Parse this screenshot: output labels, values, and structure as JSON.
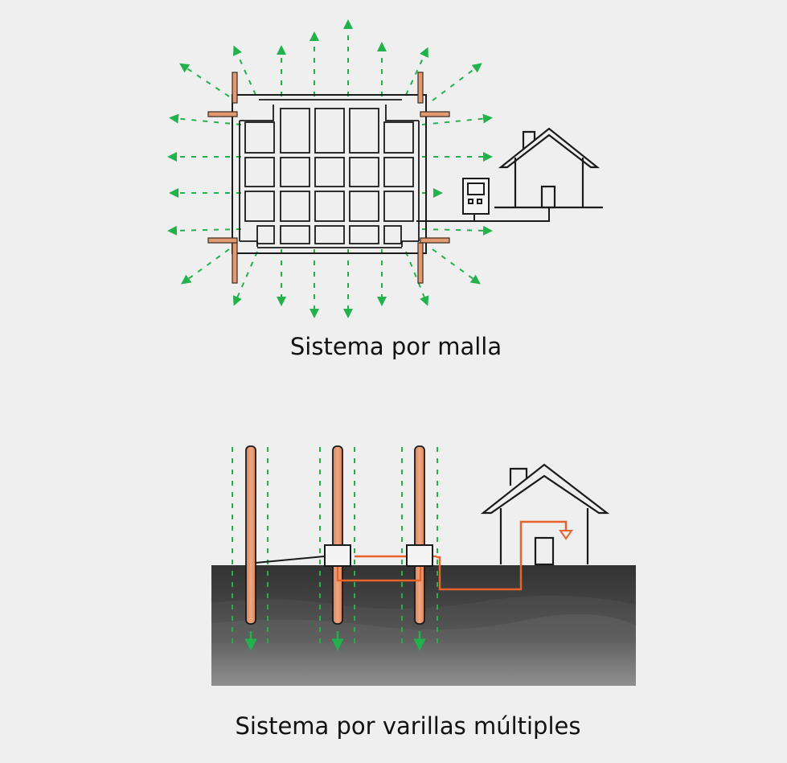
{
  "figures": [
    {
      "id": "mesh",
      "caption": "Sistema por malla",
      "elements": [
        "grounding-grid",
        "corner-rods",
        "current-dissipation-arrows",
        "meter-box",
        "house"
      ]
    },
    {
      "id": "rods",
      "caption": "Sistema por varillas múltiples",
      "elements": [
        "ground-rods",
        "junction-boxes",
        "current-dissipation-arrows",
        "soil-layers",
        "house",
        "ground-wire"
      ]
    }
  ],
  "colors": {
    "background": "#efefef",
    "line": "#1a1a1a",
    "rod": "#e29a72",
    "dissipation_arrow": "#22b24c",
    "wire": "#e8622e",
    "soil": "#3a3a3a"
  }
}
